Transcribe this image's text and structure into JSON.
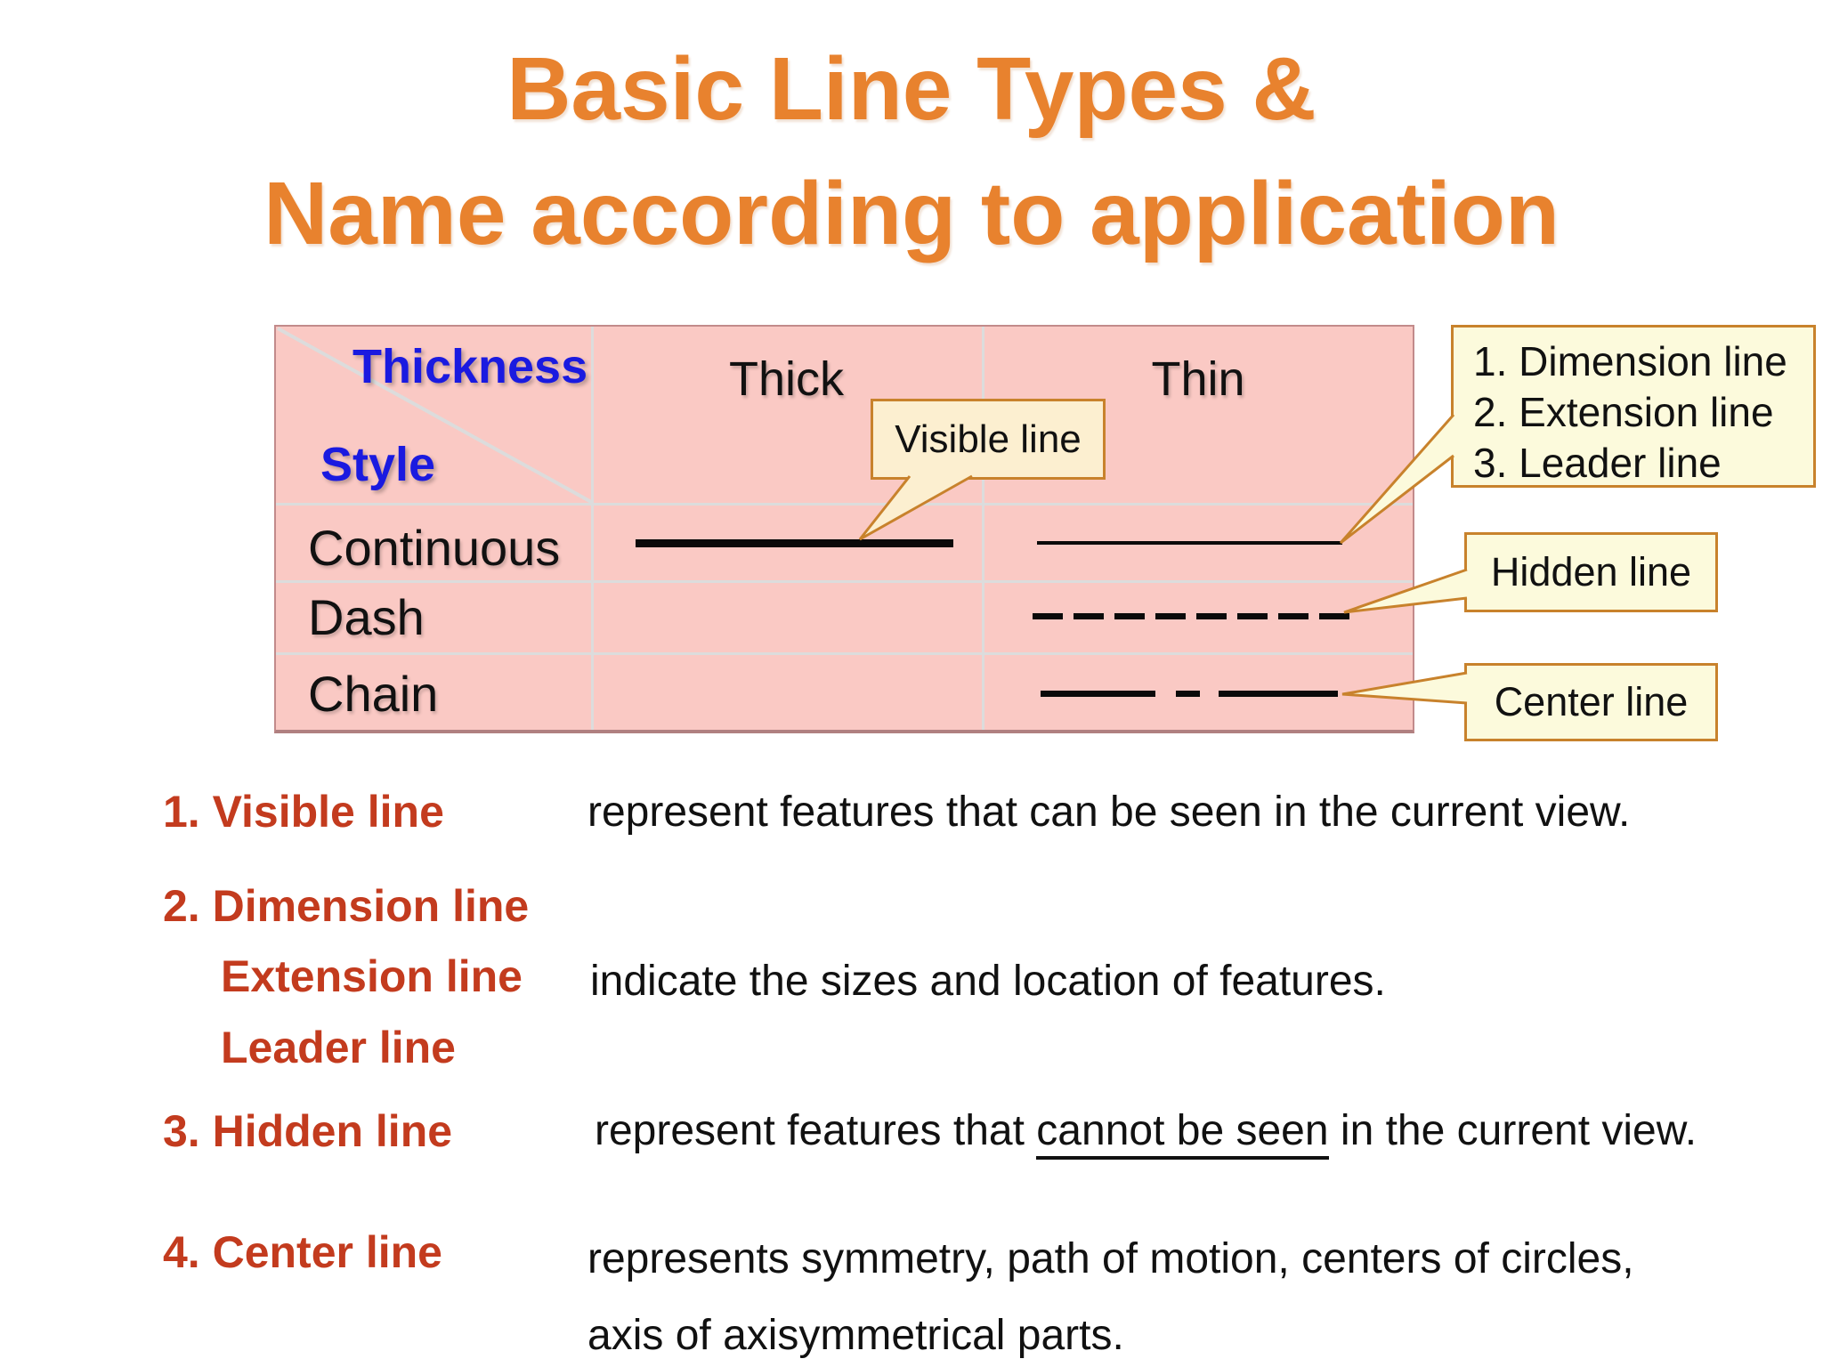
{
  "slide": {
    "title_line1": "Basic Line Types &",
    "title_line2": "Name according to application"
  },
  "table": {
    "corner_top": "Thickness",
    "corner_bottom": "Style",
    "col_headers": [
      "Thick",
      "Thin"
    ],
    "row_headers": [
      "Continuous",
      "Dash",
      "Chain"
    ],
    "line_samples": [
      {
        "row": "Continuous",
        "column": "Thick",
        "style": "thick solid line"
      },
      {
        "row": "Continuous",
        "column": "Thin",
        "style": "thin solid line"
      },
      {
        "row": "Dash",
        "column": "Thin",
        "style": "thin dashed line"
      },
      {
        "row": "Chain",
        "column": "Thin",
        "style": "thin chain line (long-short-long)"
      }
    ]
  },
  "callouts": {
    "visible": {
      "label": "Visible line"
    },
    "dimension": {
      "lines": [
        "1. Dimension line",
        "2. Extension line",
        "3. Leader line"
      ]
    },
    "hidden": {
      "label": "Hidden line"
    },
    "center": {
      "label": "Center line"
    }
  },
  "definitions": [
    {
      "heading": "1. Visible line",
      "description": "represent features that can be seen in the current view."
    },
    {
      "heading": "2. Dimension line",
      "subterm1": "Extension line",
      "subterm2": "Leader line",
      "description": "indicate the sizes and location of features."
    },
    {
      "heading": "3. Hidden line",
      "description_pre": "represent features that ",
      "description_underlined": "cannot be seen",
      "description_post": " in the current view."
    },
    {
      "heading": "4. Center line",
      "description_line1": "represents symmetry, path of motion, centers of circles,",
      "description_line2": "axis of axisymmetrical parts."
    }
  ],
  "colors": {
    "title_orange": "#E8822E",
    "header_blue": "#1A1AE0",
    "definition_red": "#C33B1E",
    "table_pink": "#FAC9C4",
    "grid_gray": "#DCDCDC",
    "table_border": "#C28B8B",
    "callout_fill_peach": "#FCEFD0",
    "callout_fill_cream": "#FCFADC",
    "callout_border": "#C8822C",
    "line_black": "#0A0A0A"
  }
}
